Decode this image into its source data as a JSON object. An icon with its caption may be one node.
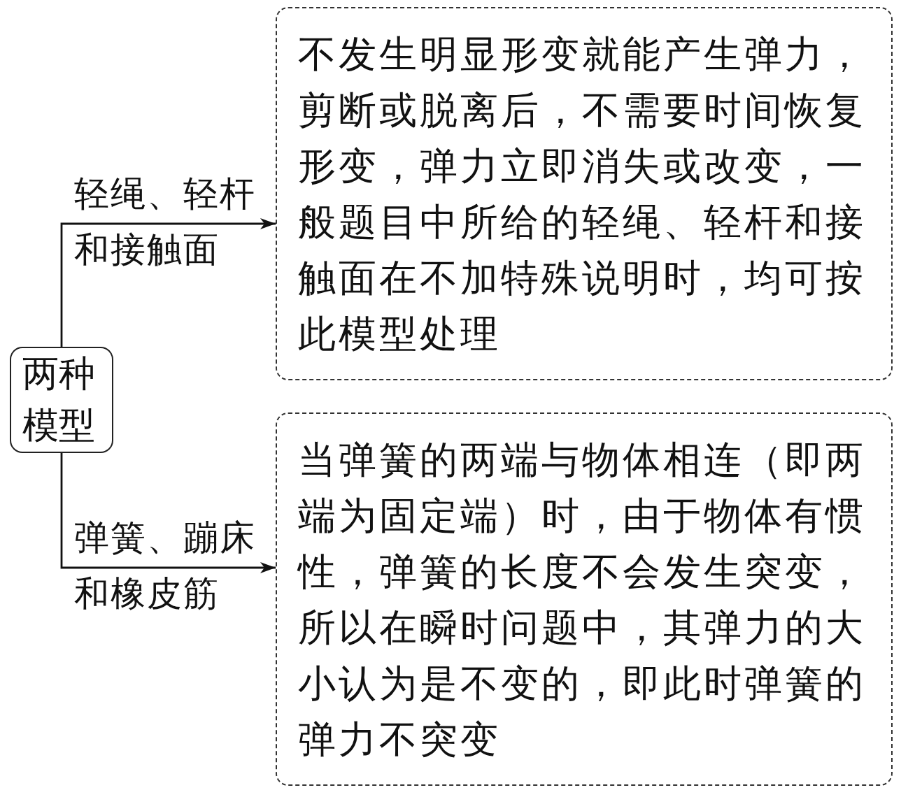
{
  "diagram": {
    "nodes": [
      {
        "text": [
          "两种模型"
        ]
      },
      {
        "text": [
          "不发生明显形变就能产生弹力，剪断或脱离后，不需要时间恢复形变，弹力立即消失或改变，一般题目中所给的轻绳、轻杆和接触面在不加特殊说明时，均可按此模型处理"
        ]
      },
      {
        "text": [
          "当弹簧的两端与物体相连（即两端为固定端）时，由于物体有惯性，弹簧的长度不会发生突变，所以在瞬时问题中，其弹力的大小认为是不变的，即此时弹簧的弹力不突变"
        ]
      }
    ],
    "edges": [
      {
        "from": 0,
        "to": 1,
        "arrow": "to",
        "label": "轻绳、轻杆和接触面"
      },
      {
        "from": 0,
        "to": 2,
        "arrow": "to",
        "label": "弹簧、蹦床和橡皮筋"
      }
    ]
  }
}
